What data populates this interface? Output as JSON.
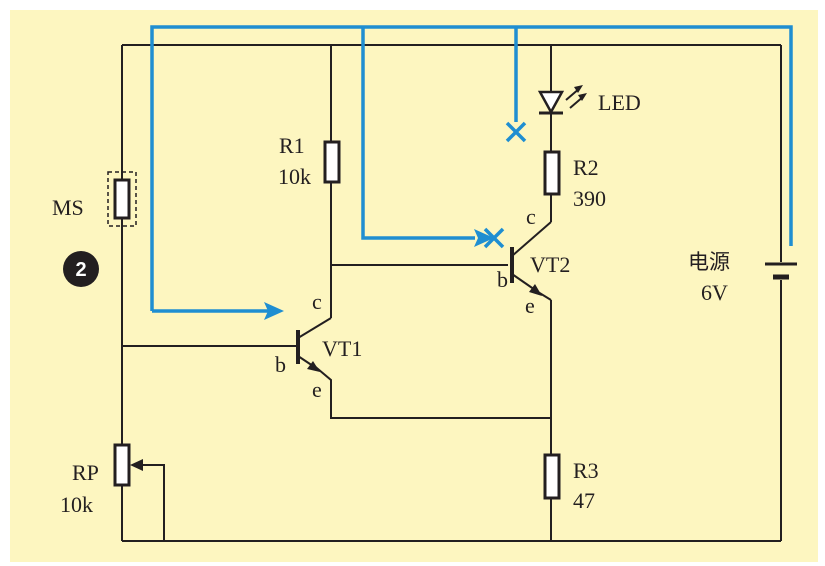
{
  "colors": {
    "background": "#fdf6c0",
    "wire": "#231f20",
    "annotation": "#1f8ed1"
  },
  "labels": {
    "ms": "MS",
    "rp": "RP",
    "rp_value": "10k",
    "r1": "R1",
    "r1_value": "10k",
    "r2": "R2",
    "r2_value": "390",
    "r3": "R3",
    "r3_value": "47",
    "led": "LED",
    "vt1": "VT1",
    "vt2": "VT2",
    "vt1_c": "c",
    "vt1_b": "b",
    "vt1_e": "e",
    "vt2_c": "c",
    "vt2_b": "b",
    "vt2_e": "e",
    "power_line1": "电源",
    "power_line2": "6V",
    "badge": "2"
  },
  "icons": [
    "led-diode-icon",
    "battery-icon",
    "arrow-icon",
    "cross-mark-icon"
  ]
}
